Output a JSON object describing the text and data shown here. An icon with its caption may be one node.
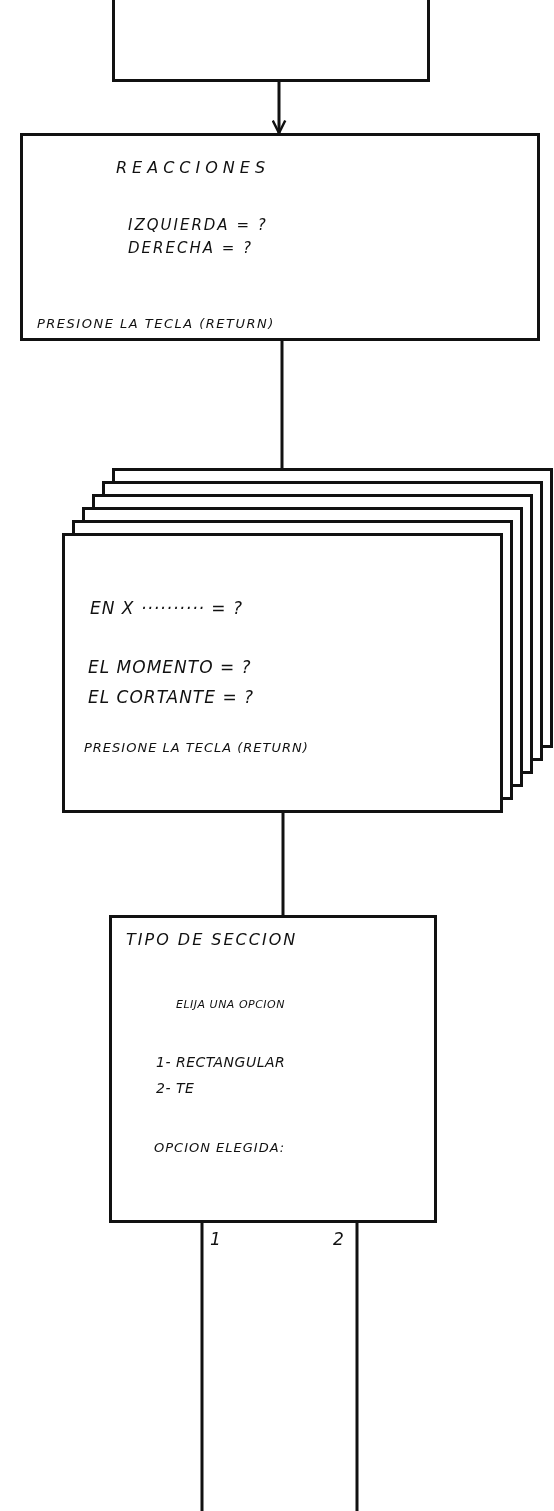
{
  "diagram": {
    "nodes": [
      {
        "text": [],
        "shape": "box"
      },
      {
        "text": [
          "REACCIONES",
          "IZQUIERDA = ?",
          "DERECHA = ?",
          "PRESIONE LA TECLA (RETURN)"
        ]
      },
      {
        "text": [
          "EN X ·········· = ?",
          "EL MOMENTO = ?",
          "EL CORTANTE = ?",
          "PRESIONE LA TECLA (RETURN)"
        ]
      },
      {
        "text": [
          "TIPO DE SECCION",
          "ELIJA UNA OPCION",
          "1- RECTANGULAR",
          "2- TE",
          "OPCION ELEGIDA:"
        ]
      }
    ],
    "edges": [
      {
        "from": 0,
        "to": 1,
        "arrow": "to"
      },
      {
        "from": 1,
        "to": 2,
        "arrow": "none"
      },
      {
        "from": 2,
        "to": 3,
        "arrow": "none"
      },
      {
        "from": 3,
        "to": null,
        "arrow": "none",
        "label": "1"
      },
      {
        "from": 3,
        "to": null,
        "arrow": "none",
        "label": "2"
      }
    ]
  }
}
